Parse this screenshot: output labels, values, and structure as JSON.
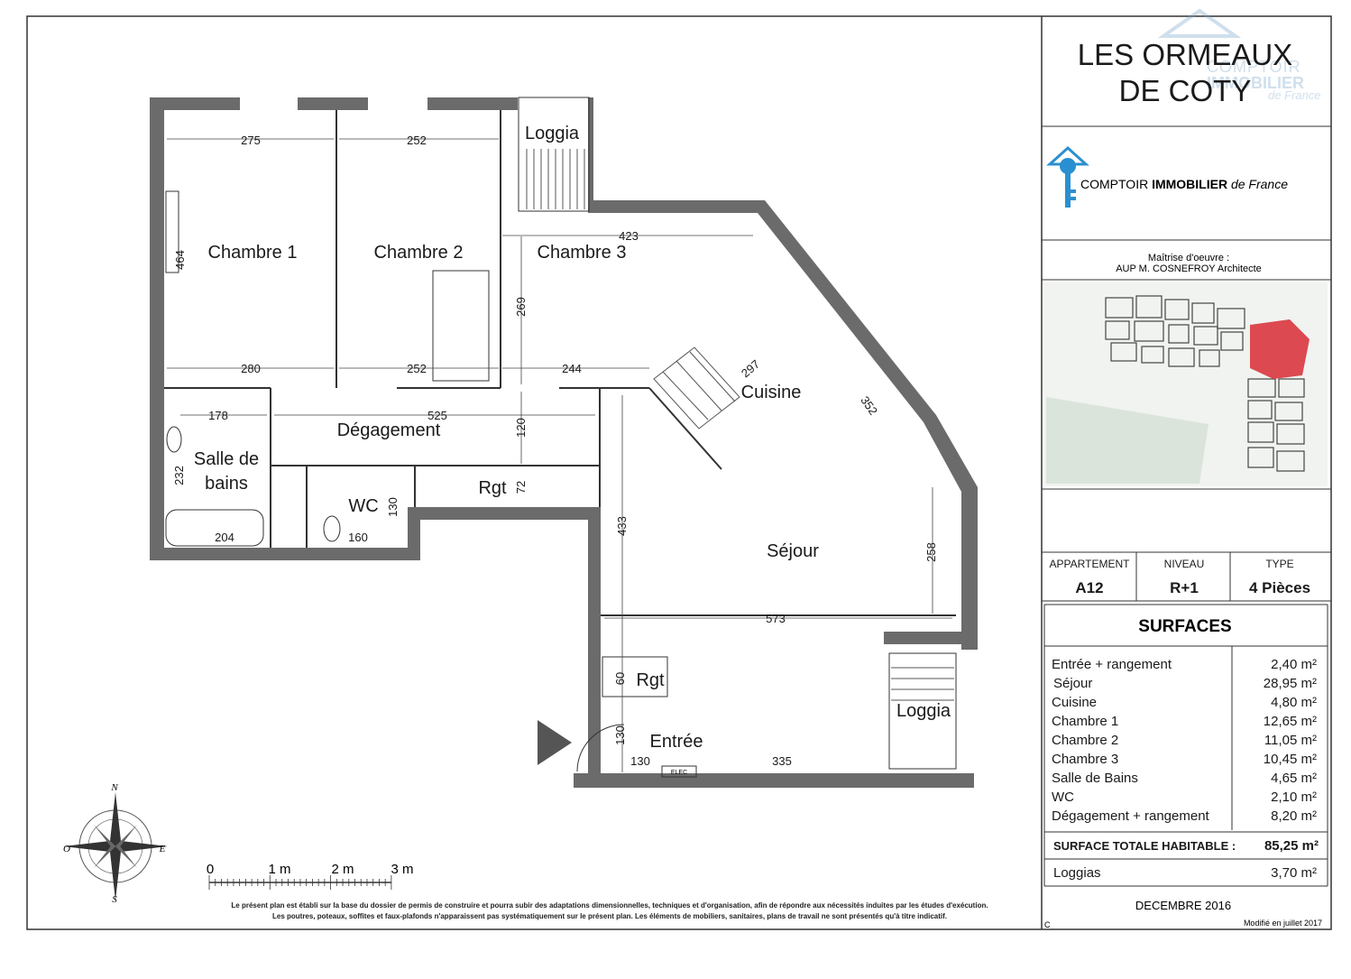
{
  "header": {
    "title_line1": "LES ORMEAUX",
    "title_line2": "DE COTY",
    "watermark_line1": "COMPTOIR",
    "watermark_line2": "IMMOBILIER",
    "watermark_line3": "de France"
  },
  "logo": {
    "brand_prefix": "COMPTOIR ",
    "brand_strong": "IMMOBILIER",
    "brand_suffix": " de France",
    "icon": "house-key-icon",
    "color": "#2a8fd0"
  },
  "architect": {
    "label": "Maîtrise d'oeuvre :",
    "name": "AUP M. COSNEFROY Architecte"
  },
  "info_table": {
    "headers": [
      "APPARTEMENT",
      "NIVEAU",
      "TYPE"
    ],
    "values": [
      "A12",
      "R+1",
      "4 Pièces"
    ]
  },
  "surfaces": {
    "title": "SURFACES",
    "rows": [
      {
        "label": "Entrée + rangement",
        "value": "2,40 m²"
      },
      {
        "label": "Séjour",
        "value": "28,95 m²"
      },
      {
        "label": "Cuisine",
        "value": "4,80 m²"
      },
      {
        "label": "Chambre 1",
        "value": "12,65 m²"
      },
      {
        "label": "Chambre 2",
        "value": "11,05 m²"
      },
      {
        "label": "Chambre 3",
        "value": "10,45 m²"
      },
      {
        "label": "Salle de Bains",
        "value": "4,65 m²"
      },
      {
        "label": "WC",
        "value": "2,10 m²"
      },
      {
        "label": "Dégagement + rangement",
        "value": "8,20 m²"
      }
    ],
    "total_label": "SURFACE TOTALE HABITABLE :",
    "total_value": "85,25 m²",
    "loggias_label": "Loggias",
    "loggias_value": "3,70 m²"
  },
  "date": "DECEMBRE 2016",
  "modified": "Modifié en juillet 2017",
  "corner_mark": "C",
  "rooms": {
    "chambre1": "Chambre 1",
    "chambre2": "Chambre 2",
    "chambre3": "Chambre 3",
    "loggia_top": "Loggia",
    "loggia_bottom": "Loggia",
    "cuisine": "Cuisine",
    "degagement": "Dégagement",
    "salle_de_bains_1": "Salle de",
    "salle_de_bains_2": "bains",
    "wc": "WC",
    "rgt1": "Rgt",
    "rgt2": "Rgt",
    "sejour": "Séjour",
    "entree": "Entrée",
    "elec": "ELEC"
  },
  "dimensions": {
    "d275": "275",
    "d252a": "252",
    "d423": "423",
    "d464": "464",
    "d269": "269",
    "d280": "280",
    "d252b": "252",
    "d244": "244",
    "d297": "297",
    "d352": "352",
    "d178": "178",
    "d525": "525",
    "d120": "120",
    "d232": "232",
    "d72": "72",
    "d130a": "130",
    "d204": "204",
    "d160": "160",
    "d433": "433",
    "d258": "258",
    "d573": "573",
    "d60": "60",
    "d130b": "130",
    "d130c": "130",
    "d335": "335"
  },
  "scale": {
    "labels": [
      "0",
      "1 m",
      "2 m",
      "3 m"
    ]
  },
  "compass": {
    "n": "N",
    "s": "S",
    "e": "E",
    "o": "O"
  },
  "disclaimer": {
    "line1": "Le présent plan est établi sur la base du dossier de permis de construire et pourra subir des adaptations dimensionnelles, techniques et d'organisation, afin de répondre aux nécessités induites par les études d'exécution.",
    "line2": "Les poutres, poteaux, soffites et faux-plafonds n'apparaissent pas systématiquement sur le présent plan. Les éléments de mobiliers, sanitaires, plans de travail ne sont présentés qu'à titre indicatif."
  },
  "site_plan": {
    "highlight_color": "#d9363e"
  }
}
